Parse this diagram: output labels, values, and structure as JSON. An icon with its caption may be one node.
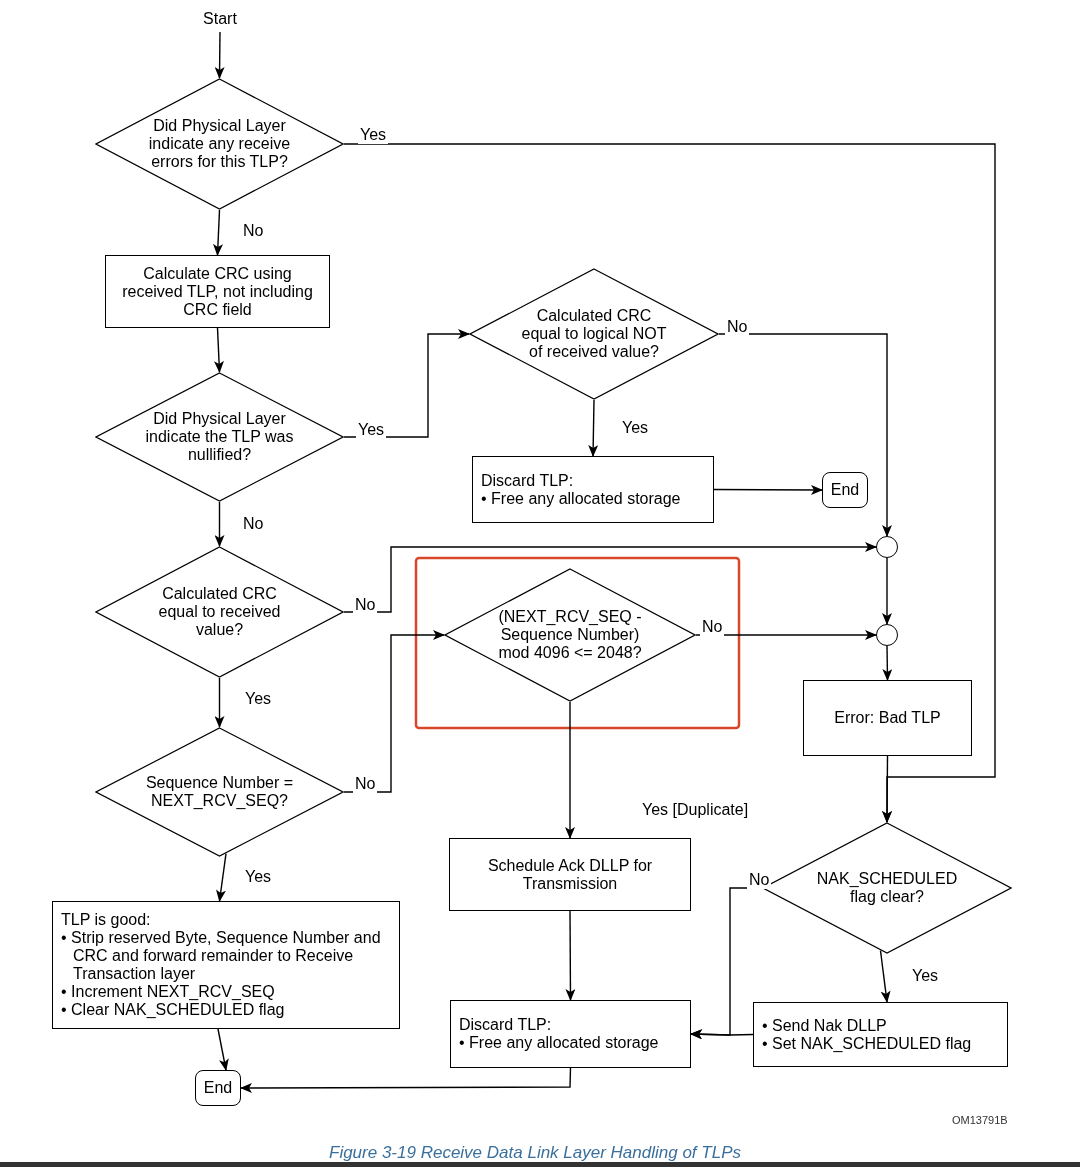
{
  "diagram": {
    "caption": "Figure 3-19 Receive Data Link Layer Handling of TLPs",
    "nodes": [
      {
        "text": [
          "Start"
        ]
      },
      {
        "text": [
          "Did Physical Layer indicate any receive errors for this TLP?"
        ]
      },
      {
        "text": [
          "Calculate CRC using received TLP, not including CRC field"
        ]
      },
      {
        "text": [
          "Did Physical Layer indicate the TLP was nullified?"
        ]
      },
      {
        "text": [
          "Calculated CRC equal to logical NOT of received value?"
        ]
      },
      {
        "text": [
          "Discard TLP:",
          "• Free any allocated storage"
        ]
      },
      {
        "text": [
          "End"
        ]
      },
      {
        "text": [],
        "shape": "circle"
      },
      {
        "text": [
          "Calculated CRC equal to received value?"
        ]
      },
      {
        "text": [],
        "shape": "circle"
      },
      {
        "text": [
          "(NEXT_RCV_SEQ - Sequence Number) mod 4096 <= 2048?"
        ]
      },
      {
        "text": [
          "Error: Bad TLP"
        ]
      },
      {
        "text": [
          "Sequence Number = NEXT_RCV_SEQ?"
        ]
      },
      {
        "text": [
          "Schedule Ack DLLP for Transmission"
        ]
      },
      {
        "text": [
          "NAK_SCHEDULED flag clear?"
        ]
      },
      {
        "text": [
          "TLP is good:",
          "• Strip reserved Byte, Sequence Number and CRC and forward remainder to Receive Transaction layer",
          "• Increment NEXT_RCV_SEQ",
          "• Clear NAK_SCHEDULED flag"
        ]
      },
      {
        "text": [
          "Discard TLP:",
          "• Free any allocated storage"
        ]
      },
      {
        "text": [
          "• Send Nak DLLP",
          "• Set NAK_SCHEDULED flag"
        ]
      },
      {
        "text": [
          "End"
        ]
      }
    ],
    "edges": [
      {
        "from": 0,
        "to": 1,
        "arrow": "to"
      },
      {
        "from": 1,
        "to": 14,
        "arrow": "to",
        "label": "Yes"
      },
      {
        "from": 1,
        "to": 2,
        "arrow": "to",
        "label": "No"
      },
      {
        "from": 2,
        "to": 3,
        "arrow": "to"
      },
      {
        "from": 3,
        "to": 4,
        "arrow": "to",
        "label": "Yes"
      },
      {
        "from": 3,
        "to": 8,
        "arrow": "to",
        "label": "No"
      },
      {
        "from": 4,
        "to": 5,
        "arrow": "to",
        "label": "Yes"
      },
      {
        "from": 4,
        "to": 7,
        "arrow": "to",
        "label": "No"
      },
      {
        "from": 5,
        "to": 6,
        "arrow": "to"
      },
      {
        "from": 8,
        "to": 7,
        "arrow": "to",
        "label": "No"
      },
      {
        "from": 8,
        "to": 12,
        "arrow": "to",
        "label": "Yes"
      },
      {
        "from": 12,
        "to": 10,
        "arrow": "to",
        "label": "No"
      },
      {
        "from": 12,
        "to": 15,
        "arrow": "to",
        "label": "Yes"
      },
      {
        "from": 7,
        "to": 9,
        "arrow": "to"
      },
      {
        "from": 10,
        "to": 9,
        "arrow": "to",
        "label": "No"
      },
      {
        "from": 9,
        "to": 11,
        "arrow": "to"
      },
      {
        "from": 10,
        "to": 13,
        "arrow": "to",
        "label": "Yes [Duplicate]"
      },
      {
        "from": 11,
        "to": 14,
        "arrow": "to"
      },
      {
        "from": 14,
        "to": 17,
        "arrow": "to",
        "label": "Yes"
      },
      {
        "from": 14,
        "to": 16,
        "arrow": "to",
        "label": "No"
      },
      {
        "from": 17,
        "to": 16,
        "arrow": "to"
      },
      {
        "from": 13,
        "to": 16,
        "arrow": "to"
      },
      {
        "from": 15,
        "to": 18,
        "arrow": "to"
      },
      {
        "from": 16,
        "to": 18,
        "arrow": "to"
      }
    ],
    "labels": [
      "OM13791B"
    ]
  }
}
